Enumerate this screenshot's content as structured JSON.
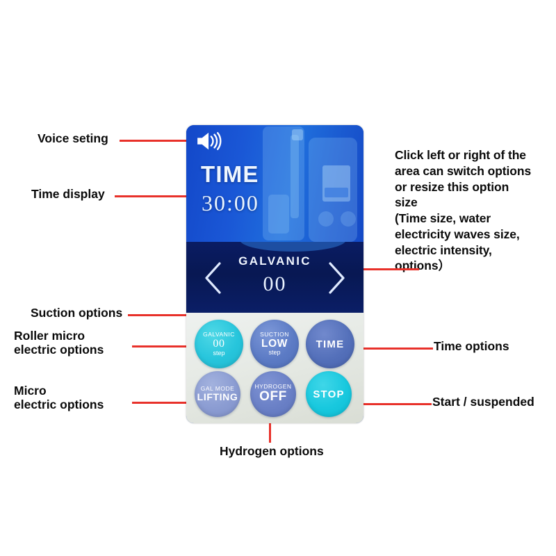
{
  "device": {
    "screen": {
      "volume_icon": "speaker-volume-icon",
      "time_label": "TIME",
      "time_value": "30:00",
      "option_title": "GALVANIC",
      "option_value": "00",
      "arrow_left": "chevron-left-icon",
      "arrow_right": "chevron-right-icon"
    },
    "keypad": {
      "buttons": [
        {
          "id": "galvanic",
          "caption": "GALVANIC",
          "value": "00",
          "sub": "step",
          "color": "#27c5dc"
        },
        {
          "id": "suction",
          "caption": "SUCTION",
          "value": "LOW",
          "sub": "step",
          "color": "#5c7bc5"
        },
        {
          "id": "time",
          "caption": "",
          "value": "TIME",
          "sub": "",
          "color": "#5470ba"
        },
        {
          "id": "galmode",
          "caption": "GAL MODE",
          "value": "LIFTING",
          "sub": "",
          "color": "#8b9cd2"
        },
        {
          "id": "hydrogen",
          "caption": "HYDROGEN",
          "value": "OFF",
          "sub": "",
          "color": "#6a80c6"
        },
        {
          "id": "stop",
          "caption": "",
          "value": "STOP",
          "sub": "",
          "color": "#18c8de"
        }
      ]
    }
  },
  "annotations": {
    "voice_setting": "Voice seting",
    "time_display": "Time display",
    "suction_options": "Suction options",
    "roller_micro_electric_options": "Roller micro\nelectric options",
    "micro_electric_options": "Micro\nelectric options",
    "hydrogen_options": "Hydrogen options",
    "time_options": "Time options",
    "start_suspended": "Start / suspended",
    "info_note": "Click left or right of the\narea can switch options\nor resize this option\nsize\n(Time size, water\nelectricity waves size,\nelectric intensity,\noptions）"
  },
  "colors": {
    "leader_line": "#e8312a",
    "screen_blue": "#1a57d6",
    "screen_navy": "#081853",
    "keypad_gray": "#e7ebe6",
    "text_black": "#0a0a0a"
  }
}
